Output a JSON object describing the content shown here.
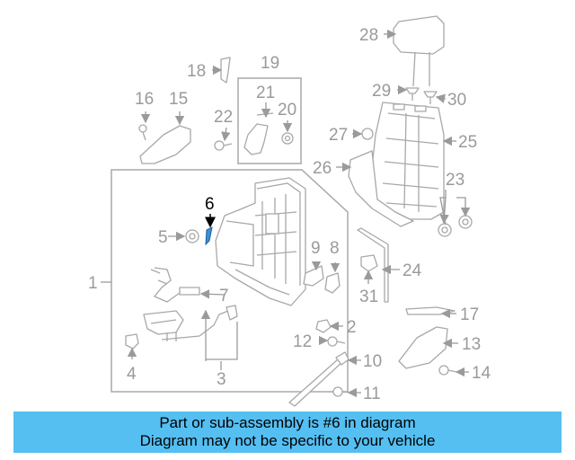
{
  "callouts": {
    "c1": "1",
    "c2": "2",
    "c3": "3",
    "c4": "4",
    "c5": "5",
    "c6": "6",
    "c7": "7",
    "c8": "8",
    "c9": "9",
    "c10": "10",
    "c11": "11",
    "c12": "12",
    "c13": "13",
    "c14": "14",
    "c15": "15",
    "c16": "16",
    "c17": "17",
    "c18": "18",
    "c19": "19",
    "c20": "20",
    "c21": "21",
    "c22": "22",
    "c23": "23",
    "c24": "24",
    "c25": "25",
    "c26": "26",
    "c27": "27",
    "c28": "28",
    "c29": "29",
    "c30": "30",
    "c31": "31"
  },
  "highlight": {
    "part_number": "6",
    "color": "#3d8fd6"
  },
  "banner": {
    "line1": "Part or sub-assembly is #6 in diagram",
    "line2": "Diagram may not be specific to your vehicle",
    "background": "#55bff2"
  }
}
